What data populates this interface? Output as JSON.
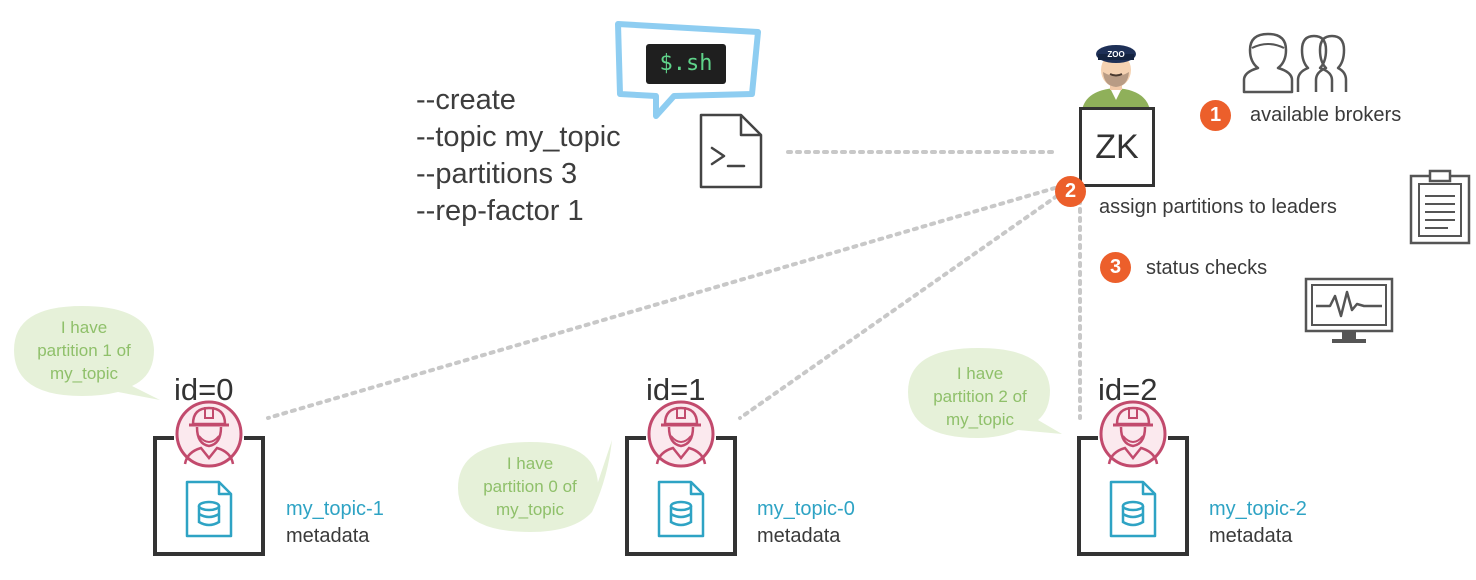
{
  "command": {
    "lines": [
      "--create",
      "--topic my_topic",
      "--partitions 3",
      "--rep-factor 1"
    ],
    "shell_label": "$.sh"
  },
  "zookeeper": {
    "box_label": "ZK",
    "cap_text": "ZOO"
  },
  "steps": [
    {
      "number": "1",
      "label": "available brokers"
    },
    {
      "number": "2",
      "label": "assign partitions to leaders"
    },
    {
      "number": "3",
      "label": "status checks"
    }
  ],
  "brokers": [
    {
      "id_label": "id=0",
      "topic": "my_topic-1",
      "metadata": "metadata",
      "bubble": [
        "I have",
        "partition 1 of",
        "my_topic"
      ]
    },
    {
      "id_label": "id=1",
      "topic": "my_topic-0",
      "metadata": "metadata",
      "bubble": [
        "I have",
        "partition 0 of",
        "my_topic"
      ]
    },
    {
      "id_label": "id=2",
      "topic": "my_topic-2",
      "metadata": "metadata",
      "bubble": [
        "I have",
        "partition 2 of",
        "my_topic"
      ]
    }
  ],
  "colors": {
    "accent_orange": "#ec5f2b",
    "topic_blue": "#2ea3c4",
    "bubble_green": "#8fc06a",
    "bubble_fill": "#e6f1d9",
    "broker_pink": "#c24a6d",
    "speech_blue": "#8ecdf1"
  }
}
